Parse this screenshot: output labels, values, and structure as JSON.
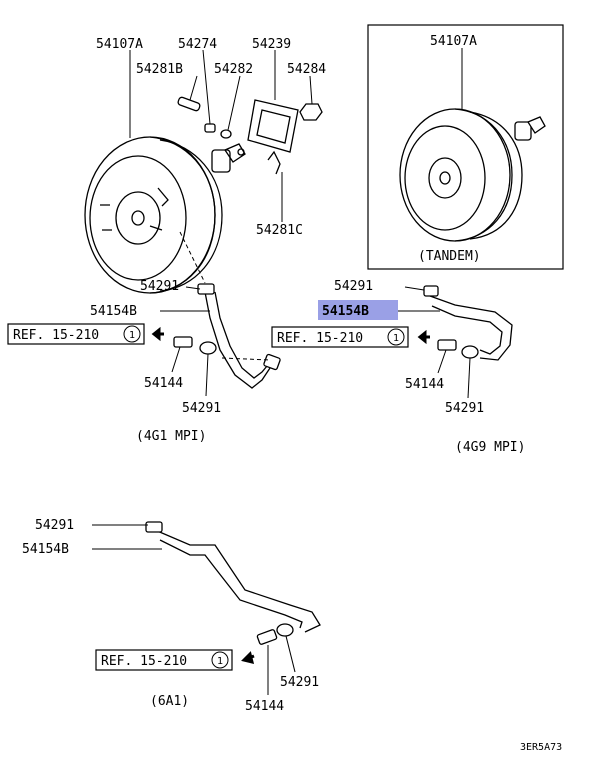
{
  "parts": {
    "p54107A_left": "54107A",
    "p54274": "54274",
    "p54239": "54239",
    "p54281B": "54281B",
    "p54282": "54282",
    "p54284": "54284",
    "p54281C": "54281C",
    "p54107A_right": "54107A",
    "tandem": "(TANDEM)",
    "p54291_a": "54291",
    "p54154B_a": "54154B",
    "ref_a": "REF. 15-210",
    "ref_a_num": "1",
    "p54144_a": "54144",
    "p54291_a2": "54291",
    "variant_a": "(4G1 MPI)",
    "p54291_b": "54291",
    "p54154B_b": "54154B",
    "ref_b": "REF. 15-210",
    "ref_b_num": "1",
    "p54144_b": "54144",
    "p54291_b2": "54291",
    "variant_b": "(4G9 MPI)",
    "p54291_c": "54291",
    "p54154B_c": "54154B",
    "ref_c": "REF. 15-210",
    "ref_c_num": "1",
    "p54291_c2": "54291",
    "p54144_c": "54144",
    "variant_c": "(6A1)",
    "code": "3ER5A73"
  },
  "colors": {
    "highlight": "#9aa0e6",
    "line": "#000000"
  }
}
